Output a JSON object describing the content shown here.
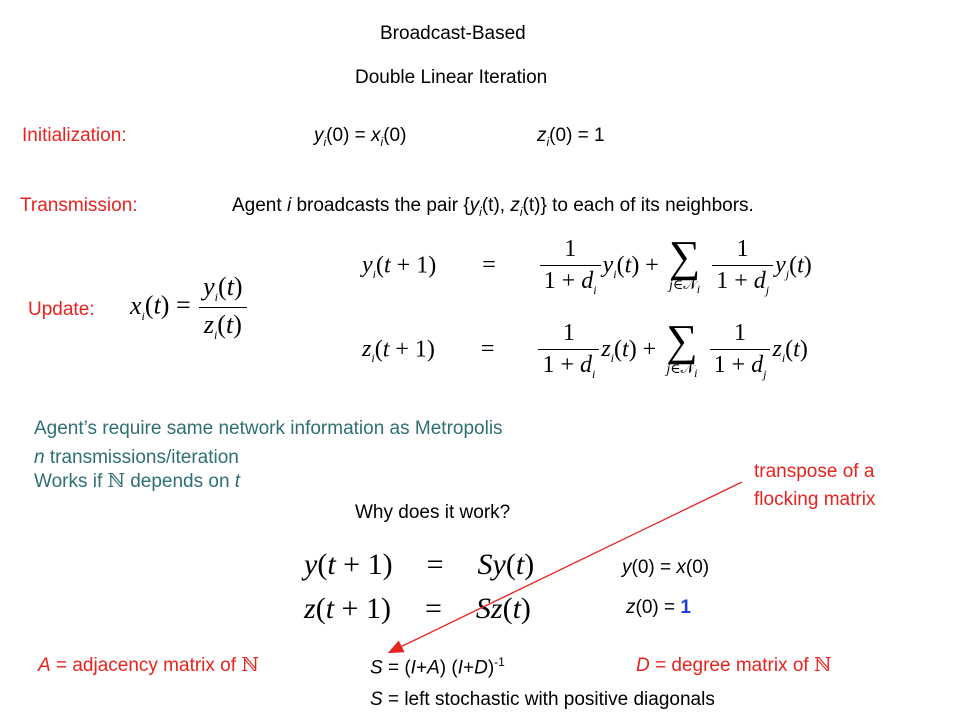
{
  "title": {
    "line1": "Broadcast-Based",
    "line2": "Double Linear Iteration"
  },
  "initialization": {
    "label": "Initialization:",
    "y_eq": "(0) = ",
    "y_eq_tail": "(0)",
    "z_eq": "(0) = 1"
  },
  "transmission": {
    "label": "Transmission:",
    "text_a": "Agent ",
    "text_b": " broadcasts the pair {",
    "text_c": "(t),  ",
    "text_d": "(t)} to each of its neighbors."
  },
  "update": {
    "label": "Update:"
  },
  "notes": {
    "line1": "Agent’s require same  network information as  Metropolis",
    "line2": " transmissions/iteration",
    "line3_a": "Works  if ",
    "line3_b": " depends on "
  },
  "annotation": {
    "line1": "transpose of a",
    "line2": "flocking matrix",
    "arrow_color": "#e8231e"
  },
  "question": "Why does it work?",
  "init2": {
    "y": "(0) = ",
    "y_tail": "(0)",
    "z": "(0) = ",
    "z_val": "1"
  },
  "bottom": {
    "adj": " = adjacency matrix of ",
    "s_def_a": " = (",
    "s_def_b": "+",
    "s_def_c": ") (",
    "s_def_d": "+",
    "s_def_e": ")",
    "s_def_exp": "-1",
    "deg": " = degree matrix of ",
    "stochastic": " = left stochastic with positive diagonals"
  },
  "colors": {
    "red": "#e8231e",
    "teal": "#2e6f74",
    "blue": "#1f3fdb"
  }
}
